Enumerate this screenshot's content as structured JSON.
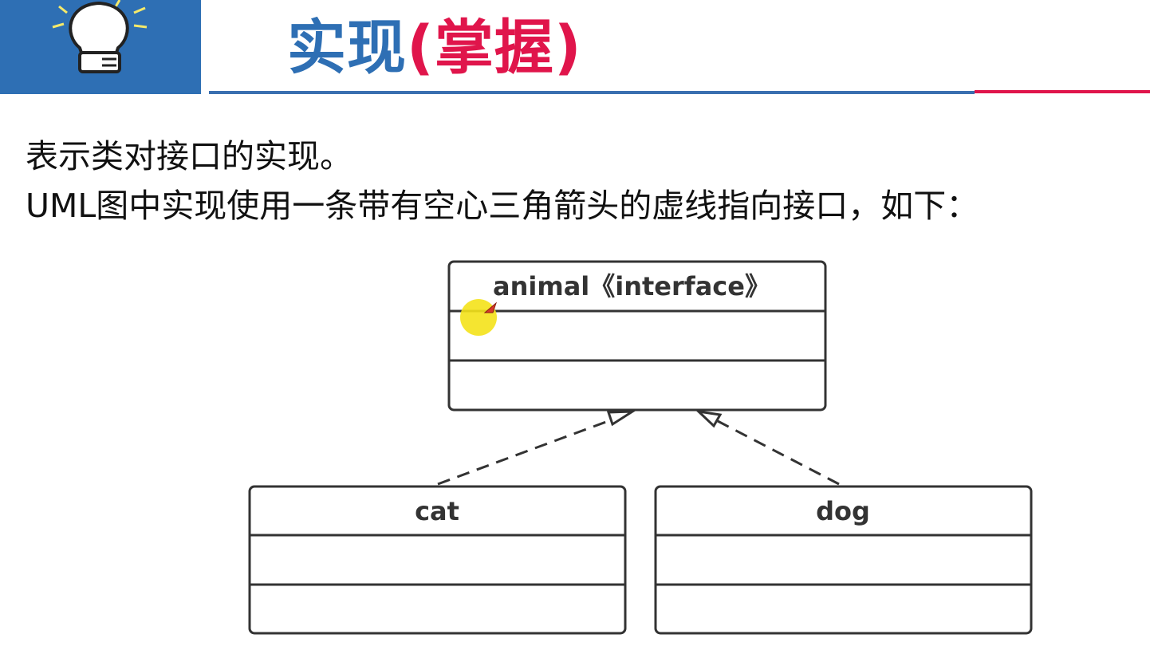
{
  "slide": {
    "title_main": "实现",
    "title_paren": "(掌握)",
    "line1": "表示类对接口的实现。",
    "line2": "UML图中实现使用一条带有空心三角箭头的虚线指向接口，如下：",
    "colors": {
      "brand_blue": "#2e6fb4",
      "accent_red": "#e0154b",
      "box_stroke": "#333333"
    }
  },
  "diagram": {
    "interface_box": {
      "name": "animal《interface》"
    },
    "class_boxes": [
      {
        "name": "cat"
      },
      {
        "name": "dog"
      }
    ],
    "relationship": "realization"
  }
}
